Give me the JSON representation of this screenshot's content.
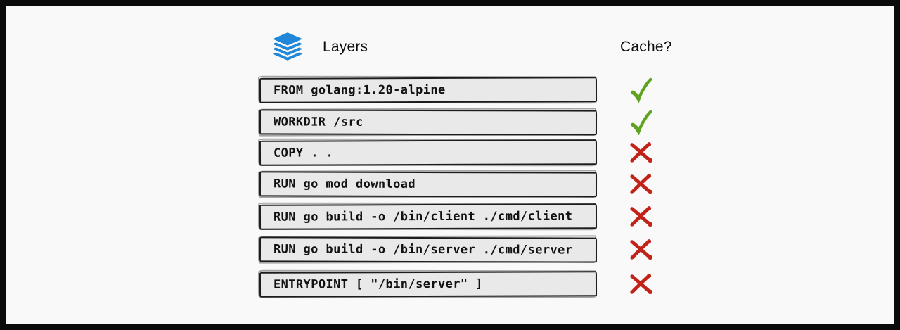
{
  "header": {
    "layers_label": "Layers",
    "cache_label": "Cache?"
  },
  "colors": {
    "background": "#f9f9f9",
    "frame": "#0b0b0b",
    "box_fill": "#e9e9e9",
    "box_border": "#1c1c1c",
    "text": "#111111",
    "icon_blue": "#2188d9",
    "check_green": "#5fa321",
    "cross_red": "#c22318"
  },
  "icons": {
    "layers": "layers-stack-icon",
    "cached": "check-icon",
    "not_cached": "cross-icon"
  },
  "rows": [
    {
      "command": "FROM golang:1.20-alpine",
      "cached": true
    },
    {
      "command": "WORKDIR /src",
      "cached": true
    },
    {
      "command": "COPY . .",
      "cached": false
    },
    {
      "command": "RUN go mod download",
      "cached": false
    },
    {
      "command": "RUN go build -o /bin/client ./cmd/client",
      "cached": false
    },
    {
      "command": "RUN go build -o /bin/server ./cmd/server",
      "cached": false
    },
    {
      "command": "ENTRYPOINT [ \"/bin/server\" ]",
      "cached": false
    }
  ]
}
